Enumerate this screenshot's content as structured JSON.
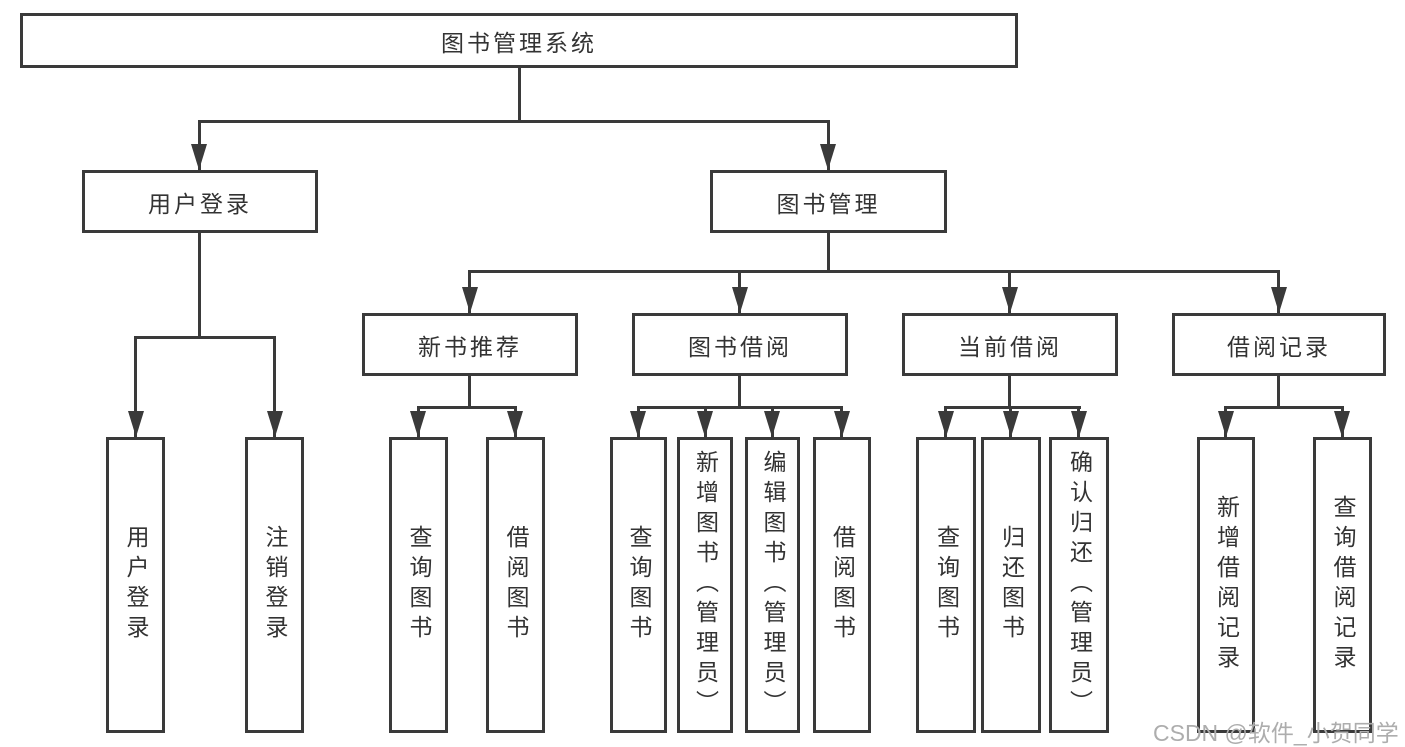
{
  "root": {
    "label": "图书管理系统"
  },
  "level2": {
    "user_login": {
      "label": "用户登录"
    },
    "book_mgmt": {
      "label": "图书管理"
    }
  },
  "level3": {
    "new_books": {
      "label": "新书推荐"
    },
    "borrowing": {
      "label": "图书借阅"
    },
    "current": {
      "label": "当前借阅"
    },
    "records": {
      "label": "借阅记录"
    }
  },
  "leaves": {
    "user_login": [
      "用户登录",
      "注销登录"
    ],
    "new_books": [
      "查询图书",
      "借阅图书"
    ],
    "borrowing": [
      "查询图书",
      "新增图书（管理员）",
      "编辑图书（管理员）",
      "借阅图书"
    ],
    "current": [
      "查询图书",
      "归还图书",
      "确认归还（管理员）"
    ],
    "records": [
      "新增借阅记录",
      "查询借阅记录"
    ]
  },
  "watermark": "CSDN @软件_小贺同学",
  "colors": {
    "line": "#3a3a3a",
    "text": "#333333",
    "watermark": "#adadad",
    "background": "#ffffff"
  }
}
